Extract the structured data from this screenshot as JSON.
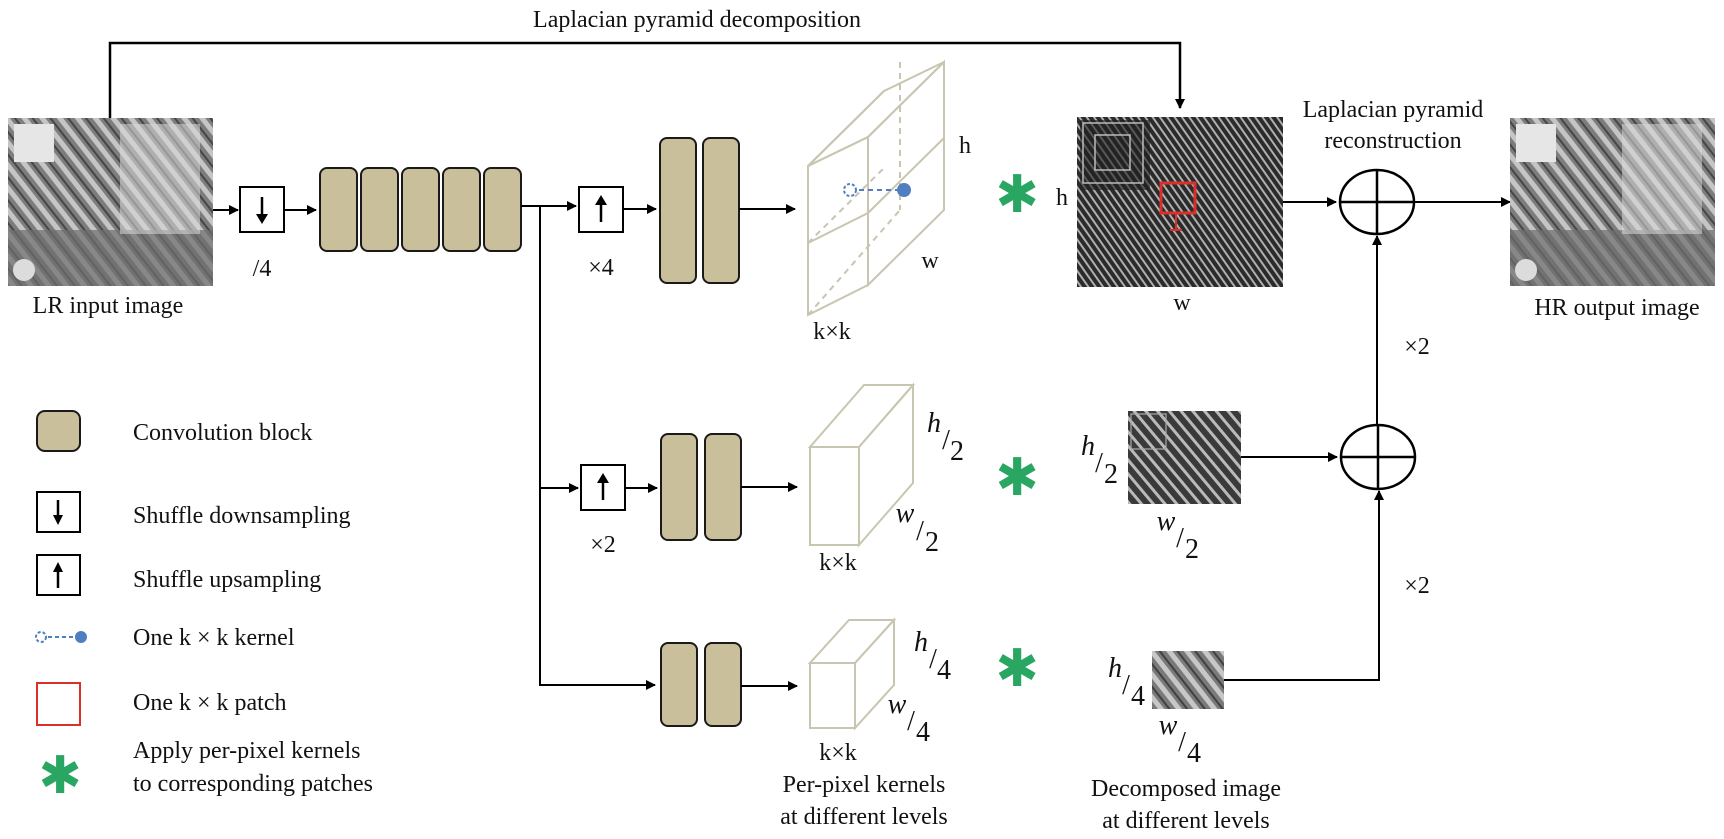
{
  "colors": {
    "conv_fill": "#c9bf9b",
    "conv_stroke": "#1a1a1a",
    "kernel_blue": "#4f7fc0",
    "patch_red": "#d9302c",
    "asterisk_green": "#2aa663",
    "cuboid_stroke": "#c8c5b0",
    "arrow": "#000000"
  },
  "labels": {
    "top_decomposition": "Laplacian pyramid decomposition",
    "lr_input": "LR input image",
    "hr_output": "HR output image",
    "reconstruction_line1": "Laplacian pyramid",
    "reconstruction_line2": "reconstruction",
    "downsample_factor": "/4",
    "upsample_x4": "×4",
    "upsample_x2": "×2",
    "recon_x2_upper": "×2",
    "recon_x2_lower": "×2",
    "kernels_caption_line1": "Per-pixel kernels",
    "kernels_caption_line2": "at different levels",
    "decomposed_caption_line1": "Decomposed image",
    "decomposed_caption_line2": "at different levels"
  },
  "levels": [
    {
      "cuboid_h": "h",
      "cuboid_w": "w",
      "cuboid_depth": "k×k",
      "image_h": "h",
      "image_w": "w"
    },
    {
      "cuboid_h_num": "h",
      "cuboid_w_num": "w",
      "den": "2",
      "cuboid_depth": "k×k",
      "image_h_num": "h",
      "image_w_num": "w"
    },
    {
      "cuboid_h_num": "h",
      "cuboid_w_num": "w",
      "den": "4",
      "cuboid_depth": "k×k",
      "image_h_num": "h",
      "image_w_num": "w"
    }
  ],
  "legend": [
    {
      "icon": "conv-block-icon",
      "label": "Convolution block"
    },
    {
      "icon": "down-arrow-icon",
      "label": "Shuffle downsampling"
    },
    {
      "icon": "up-arrow-icon",
      "label": "Shuffle upsampling"
    },
    {
      "icon": "kernel-icon",
      "label": "One k × k kernel"
    },
    {
      "icon": "patch-icon",
      "label": "One k × k patch"
    },
    {
      "icon": "asterisk-icon",
      "label_line1": "Apply per-pixel kernels",
      "label_line2": "to corresponding patches"
    }
  ],
  "operators": {
    "convolve": "✱",
    "slash": "/"
  }
}
